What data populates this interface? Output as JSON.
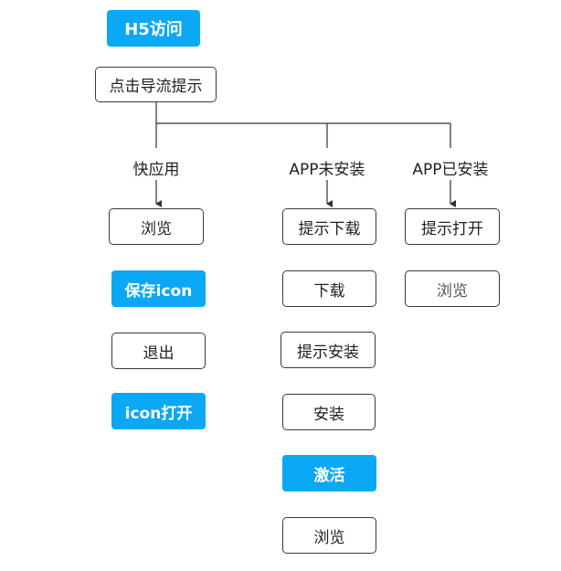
{
  "root": {
    "label": "H5访问",
    "color": "#0ba8f5"
  },
  "prompt_node": {
    "label": "点击导流提示"
  },
  "branches": [
    {
      "label": "快应用",
      "steps": [
        "浏览",
        "保存icon",
        "退出",
        "icon打开"
      ]
    },
    {
      "label": "APP未安装",
      "steps": [
        "提示下载",
        "下载",
        "提示安装",
        "安装",
        "激活",
        "浏览"
      ]
    },
    {
      "label": "APP已安装",
      "steps": [
        "提示打开",
        "浏览"
      ]
    }
  ],
  "highlight_color": "#0ba8f5"
}
